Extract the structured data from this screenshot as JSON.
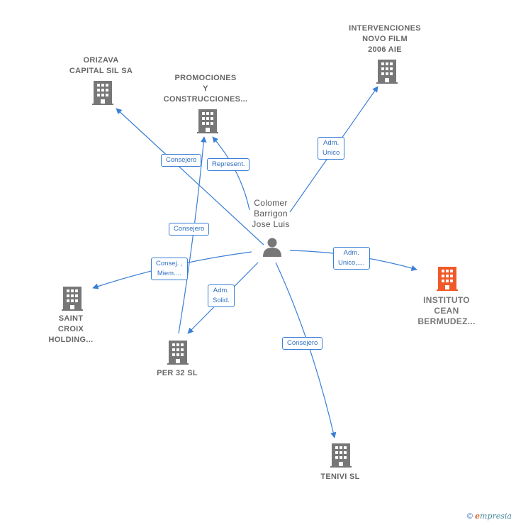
{
  "diagram": {
    "center": {
      "label": "Colomer\nBarrigon\nJose Luis",
      "icon": "person-icon"
    },
    "nodes": [
      {
        "id": "orizava",
        "label": "ORIZAVA\nCAPITAL SIL SA",
        "icon": "building-icon",
        "color": "#777777"
      },
      {
        "id": "promociones",
        "label": "PROMOCIONES\nY\nCONSTRUCCIONES...",
        "icon": "building-icon",
        "color": "#777777"
      },
      {
        "id": "intervenciones",
        "label": "INTERVENCIONES\nNOVO FILM\n2006 AIE",
        "icon": "building-icon",
        "color": "#777777"
      },
      {
        "id": "instituto",
        "label": "INSTITUTO\nCEAN\nBERMUDEZ...",
        "icon": "building-icon",
        "color": "#f05a28"
      },
      {
        "id": "saint",
        "label": "SAINT\nCROIX\nHOLDING...",
        "icon": "building-icon",
        "color": "#777777"
      },
      {
        "id": "per32",
        "label": "PER 32 SL",
        "icon": "building-icon",
        "color": "#777777"
      },
      {
        "id": "tenivi",
        "label": "TENIVI SL",
        "icon": "building-icon",
        "color": "#777777"
      }
    ],
    "edges": [
      {
        "target": "orizava",
        "label": "Consejero"
      },
      {
        "target": "promociones",
        "label": "Represent."
      },
      {
        "target": "promociones",
        "label": "Consejero"
      },
      {
        "target": "intervenciones",
        "label": "Adm.\nUnico"
      },
      {
        "target": "instituto",
        "label": "Adm.\nUnico,...."
      },
      {
        "target": "saint",
        "label": "Consej. ,\nMiem...."
      },
      {
        "target": "per32",
        "label": "Adm.\nSolid."
      },
      {
        "target": "tenivi",
        "label": "Consejero"
      }
    ],
    "edge_color": "#3a7fd5"
  },
  "footer": {
    "copyright_symbol": "©",
    "brand_first": "e",
    "brand_rest": "mpresia"
  }
}
